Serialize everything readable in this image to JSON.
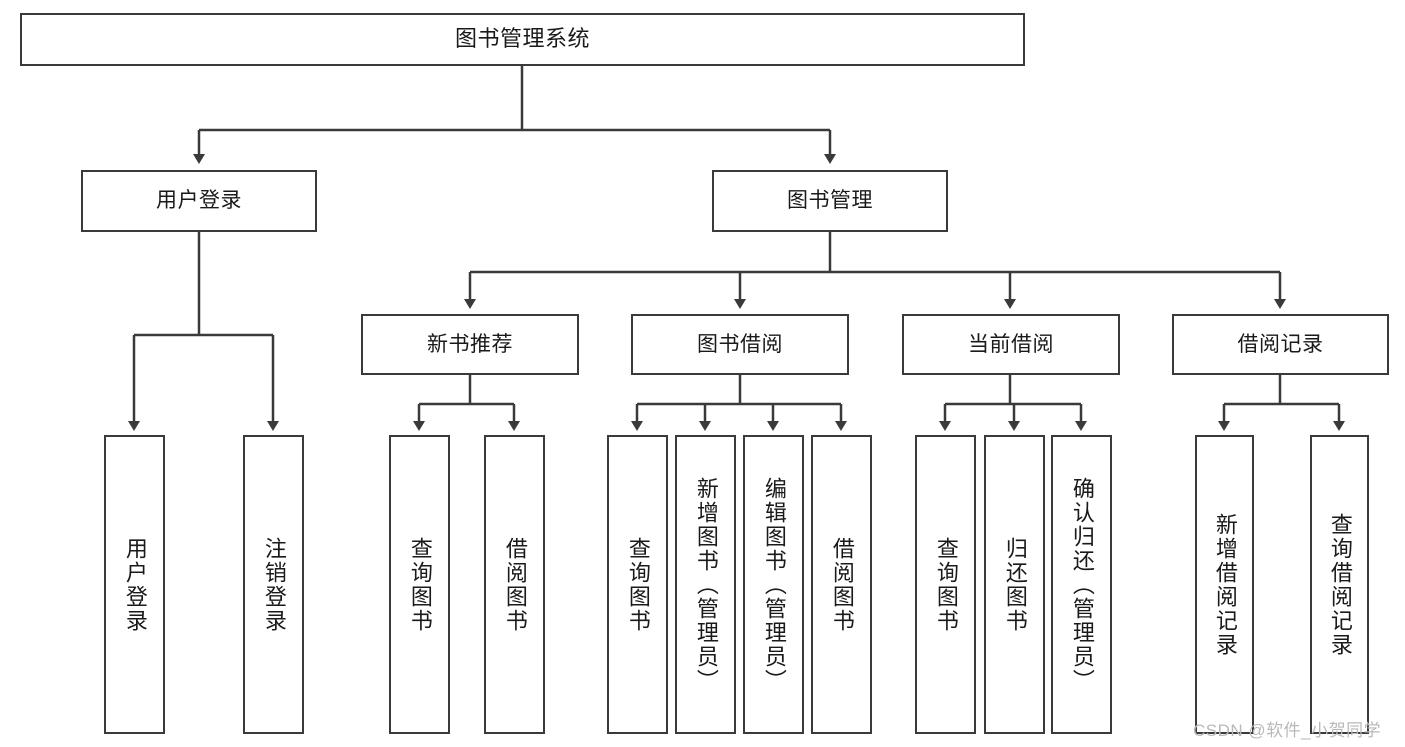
{
  "diagram": {
    "title": "图书管理系统",
    "type": "tree-hierarchy-diagram",
    "colors": {
      "box_border": "#3a3a3a",
      "box_fill": "#ffffff",
      "connector": "#3a3a3a",
      "text": "#1a1a1a",
      "watermark": "#b9b9b9",
      "background": "#ffffff"
    }
  },
  "nodes": {
    "root": {
      "label": "图书管理系统"
    },
    "level2": [
      {
        "label": "用户登录"
      },
      {
        "label": "图书管理"
      }
    ],
    "level3": [
      {
        "label": "新书推荐"
      },
      {
        "label": "图书借阅"
      },
      {
        "label": "当前借阅"
      },
      {
        "label": "借阅记录"
      }
    ],
    "leaves": {
      "user_login": [
        {
          "label": "用户登录"
        },
        {
          "label": "注销登录"
        }
      ],
      "new_book_recommend": [
        {
          "label": "查询图书"
        },
        {
          "label": "借阅图书"
        }
      ],
      "book_borrow": [
        {
          "label": "查询图书"
        },
        {
          "label": "新增图书（管理员）"
        },
        {
          "label": "编辑图书（管理员）"
        },
        {
          "label": "借阅图书"
        }
      ],
      "current_borrow": [
        {
          "label": "查询图书"
        },
        {
          "label": "归还图书"
        },
        {
          "label": "确认归还（管理员）"
        }
      ],
      "borrow_record": [
        {
          "label": "新增借阅记录"
        },
        {
          "label": "查询借阅记录"
        }
      ]
    }
  },
  "watermark": {
    "text": "CSDN @软件_小贺同学"
  }
}
